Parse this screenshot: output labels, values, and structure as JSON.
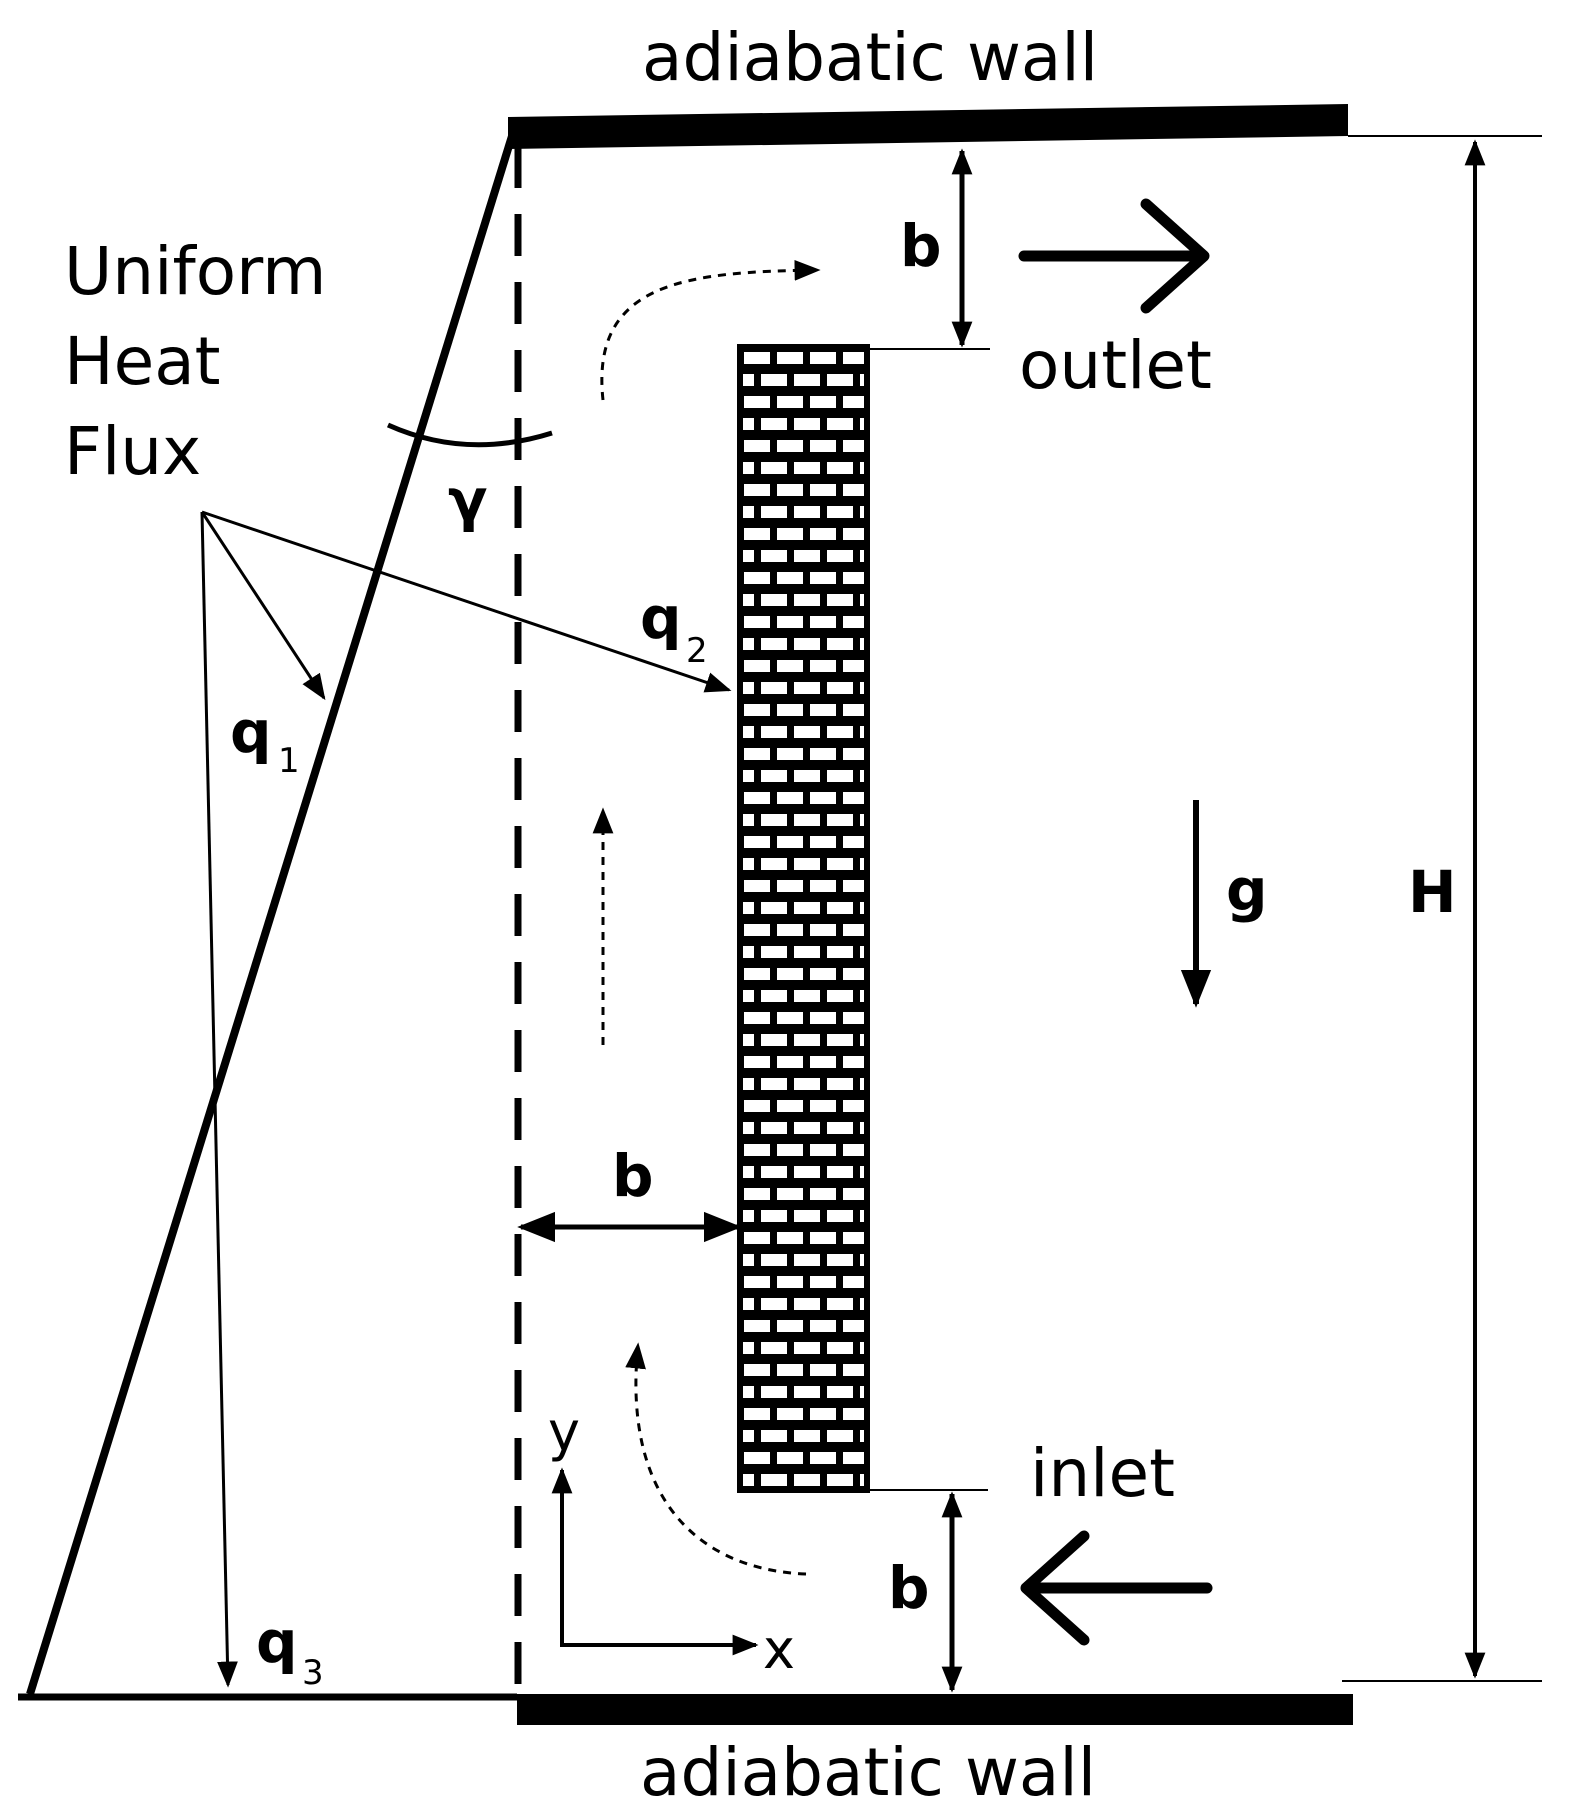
{
  "labels": {
    "top_wall": "adiabatic wall",
    "bottom_wall": "adiabatic wall",
    "heat_flux_line1": "Uniform",
    "heat_flux_line2": "Heat",
    "heat_flux_line3": "Flux",
    "angle": "γ",
    "q": "q",
    "q1_sub": "1",
    "q2_sub": "2",
    "q3_sub": "3",
    "gap_top": "b",
    "gap_mid": "b",
    "gap_bottom": "b",
    "outlet": "outlet",
    "inlet": "inlet",
    "gravity": "g",
    "height": "H",
    "axis_x": "x",
    "axis_y": "y"
  },
  "colors": {
    "ink": "#000000",
    "background": "#ffffff"
  }
}
